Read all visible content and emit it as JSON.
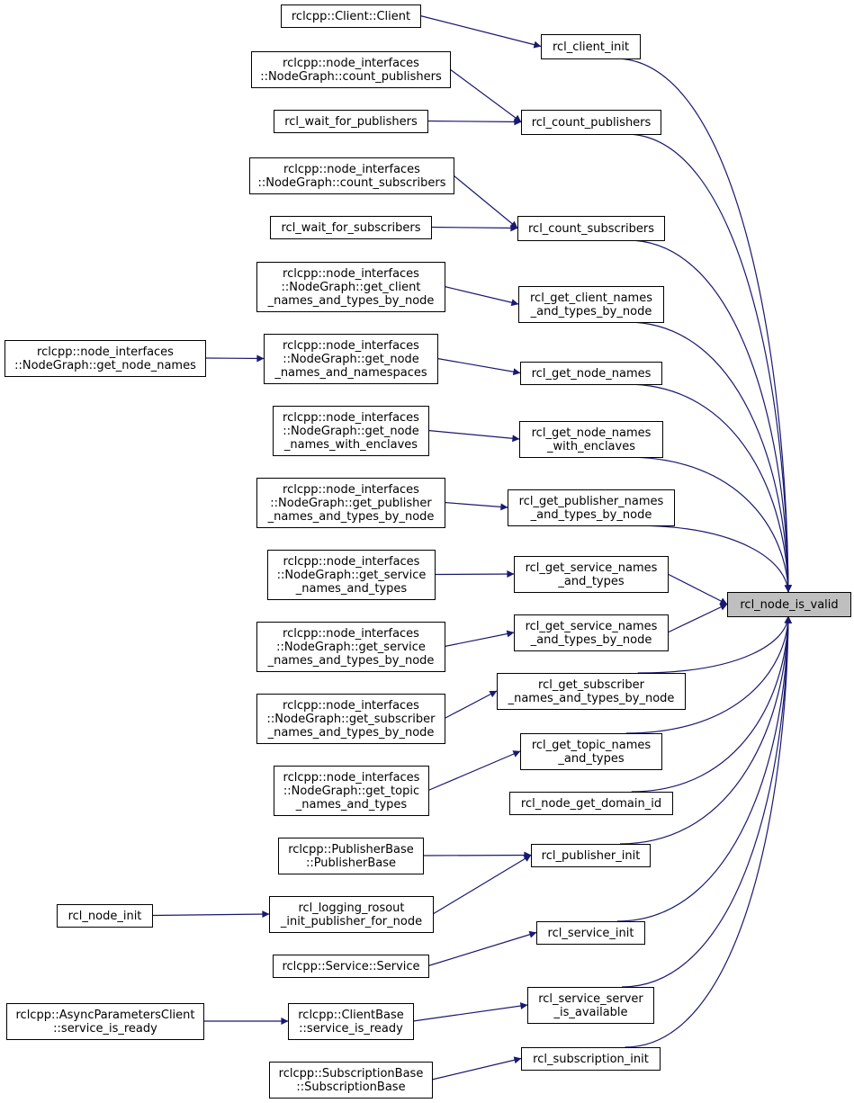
{
  "colors": {
    "edge": "#191970",
    "node_border": "#000000",
    "target_fill": "#bfbfbf",
    "background": "#ffffff"
  },
  "nodes": {
    "client_client": [
      "rclcpp::Client::Client"
    ],
    "ng_count_pub": [
      "rclcpp::node_interfaces",
      "::NodeGraph::count_publishers"
    ],
    "wait_pub": [
      "rcl_wait_for_publishers"
    ],
    "ng_count_sub": [
      "rclcpp::node_interfaces",
      "::NodeGraph::count_subscribers"
    ],
    "wait_sub": [
      "rcl_wait_for_subscribers"
    ],
    "ng_get_client": [
      "rclcpp::node_interfaces",
      "::NodeGraph::get_client",
      "_names_and_types_by_node"
    ],
    "ng_get_node_names": [
      "rclcpp::node_interfaces",
      "::NodeGraph::get_node_names"
    ],
    "ng_get_node_ns": [
      "rclcpp::node_interfaces",
      "::NodeGraph::get_node",
      "_names_and_namespaces"
    ],
    "ng_get_node_enc": [
      "rclcpp::node_interfaces",
      "::NodeGraph::get_node",
      "_names_with_enclaves"
    ],
    "ng_get_pub": [
      "rclcpp::node_interfaces",
      "::NodeGraph::get_publisher",
      "_names_and_types_by_node"
    ],
    "ng_get_srv": [
      "rclcpp::node_interfaces",
      "::NodeGraph::get_service",
      "_names_and_types"
    ],
    "ng_get_srv_node": [
      "rclcpp::node_interfaces",
      "::NodeGraph::get_service",
      "_names_and_types_by_node"
    ],
    "ng_get_sub": [
      "rclcpp::node_interfaces",
      "::NodeGraph::get_subscriber",
      "_names_and_types_by_node"
    ],
    "ng_get_topic": [
      "rclcpp::node_interfaces",
      "::NodeGraph::get_topic",
      "_names_and_types"
    ],
    "pubbase": [
      "rclcpp::PublisherBase",
      "::PublisherBase"
    ],
    "node_init": [
      "rcl_node_init"
    ],
    "logging_rosout": [
      "rcl_logging_rosout",
      "_init_publisher_for_node"
    ],
    "service_service": [
      "rclcpp::Service::Service"
    ],
    "async_params": [
      "rclcpp::AsyncParametersClient",
      "::service_is_ready"
    ],
    "clientbase": [
      "rclcpp::ClientBase",
      "::service_is_ready"
    ],
    "subbase": [
      "rclcpp::SubscriptionBase",
      "::SubscriptionBase"
    ],
    "client_init": [
      "rcl_client_init"
    ],
    "count_pub": [
      "rcl_count_publishers"
    ],
    "count_sub": [
      "rcl_count_subscribers"
    ],
    "get_client_names": [
      "rcl_get_client_names",
      "_and_types_by_node"
    ],
    "get_node_names": [
      "rcl_get_node_names"
    ],
    "get_node_names_enc": [
      "rcl_get_node_names",
      "_with_enclaves"
    ],
    "get_pub_names": [
      "rcl_get_publisher_names",
      "_and_types_by_node"
    ],
    "get_srv_names": [
      "rcl_get_service_names",
      "_and_types"
    ],
    "get_srv_names_node": [
      "rcl_get_service_names",
      "_and_types_by_node"
    ],
    "get_sub_names": [
      "rcl_get_subscriber",
      "_names_and_types_by_node"
    ],
    "get_topic_names": [
      "rcl_get_topic_names",
      "_and_types"
    ],
    "node_get_domain": [
      "rcl_node_get_domain_id"
    ],
    "publisher_init": [
      "rcl_publisher_init"
    ],
    "service_init": [
      "rcl_service_init"
    ],
    "service_server": [
      "rcl_service_server",
      "_is_available"
    ],
    "subscription_init": [
      "rcl_subscription_init"
    ],
    "node_is_valid": [
      "rcl_node_is_valid"
    ]
  },
  "target": "node_is_valid",
  "edges": [
    [
      "client_client",
      "client_init"
    ],
    [
      "ng_count_pub",
      "count_pub"
    ],
    [
      "wait_pub",
      "count_pub"
    ],
    [
      "ng_count_sub",
      "count_sub"
    ],
    [
      "wait_sub",
      "count_sub"
    ],
    [
      "ng_get_client",
      "get_client_names"
    ],
    [
      "ng_get_node_names",
      "ng_get_node_ns"
    ],
    [
      "ng_get_node_ns",
      "get_node_names"
    ],
    [
      "ng_get_node_enc",
      "get_node_names_enc"
    ],
    [
      "ng_get_pub",
      "get_pub_names"
    ],
    [
      "ng_get_srv",
      "get_srv_names"
    ],
    [
      "ng_get_srv_node",
      "get_srv_names_node"
    ],
    [
      "ng_get_sub",
      "get_sub_names"
    ],
    [
      "ng_get_topic",
      "get_topic_names"
    ],
    [
      "pubbase",
      "publisher_init"
    ],
    [
      "logging_rosout",
      "publisher_init"
    ],
    [
      "node_init",
      "logging_rosout"
    ],
    [
      "service_service",
      "service_init"
    ],
    [
      "clientbase",
      "service_server"
    ],
    [
      "async_params",
      "clientbase"
    ],
    [
      "subbase",
      "subscription_init"
    ],
    [
      "client_init",
      "node_is_valid"
    ],
    [
      "count_pub",
      "node_is_valid"
    ],
    [
      "count_sub",
      "node_is_valid"
    ],
    [
      "get_client_names",
      "node_is_valid"
    ],
    [
      "get_node_names",
      "node_is_valid"
    ],
    [
      "get_node_names_enc",
      "node_is_valid"
    ],
    [
      "get_pub_names",
      "node_is_valid"
    ],
    [
      "get_srv_names",
      "node_is_valid"
    ],
    [
      "get_srv_names_node",
      "node_is_valid"
    ],
    [
      "get_sub_names",
      "node_is_valid"
    ],
    [
      "get_topic_names",
      "node_is_valid"
    ],
    [
      "node_get_domain",
      "node_is_valid"
    ],
    [
      "publisher_init",
      "node_is_valid"
    ],
    [
      "service_init",
      "node_is_valid"
    ],
    [
      "service_server",
      "node_is_valid"
    ],
    [
      "subscription_init",
      "node_is_valid"
    ]
  ]
}
